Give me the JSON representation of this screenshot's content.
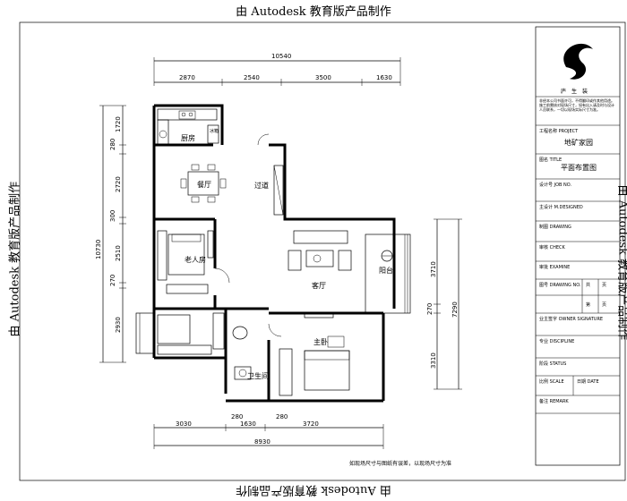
{
  "watermark": "由 Autodesk 教育版产品制作",
  "plan": {
    "top_dims": {
      "total": "10540",
      "segments": [
        "2870",
        "2540",
        "3500",
        "1630"
      ]
    },
    "bottom_dims": {
      "segments": [
        "3030",
        "1630",
        "3720"
      ],
      "small": [
        "280",
        "280"
      ],
      "total": "8930"
    },
    "left_dims": {
      "total": "10730",
      "segments": [
        "1720",
        "280",
        "2720",
        "300",
        "2510",
        "270",
        "2930"
      ]
    },
    "right_dims": {
      "total": "7290",
      "segments": [
        "3710",
        "270",
        "3310"
      ]
    },
    "rooms": {
      "kitchen": "厨房",
      "fridge": "冰箱",
      "dining": "餐厅",
      "corridor": "过道",
      "elder_room": "老人房",
      "living": "客厅",
      "balcony": "阳台",
      "master": "主卧",
      "bathroom": "卫生间"
    },
    "note": "如现场尺寸与图纸有误差，以现场尺寸为准"
  },
  "title_block": {
    "company": "庐　生　装",
    "notes": "非经本公司书面许可，不得翻印或作其他用途。施工前需核对现场尺寸，如有出入请及时与设计人员联系，一切以现场实际尺寸为准。",
    "project_label": "工程名称\nPROJECT",
    "project_value": "地矿家园",
    "title_label": "图名\nTITLE",
    "title_value": "平面布置图",
    "jobno_label": "设计号\nJOB NO.",
    "designed_label": "主设计\nM.DESIGNED",
    "drawing_label": "制图\nDRAWING",
    "check_label": "审核\nCHECK",
    "exam_label": "审批\nEXAMINE",
    "drawing_no_label": "图号\nDRAWING NO.",
    "no_label": "共",
    "page_label": "页",
    "ver_label": "第",
    "owner_label": "业主签字\nOWNER SIGNATURE",
    "discipline_label": "专业\nDISCIPLINE",
    "status_label": "阶段\nSTATUS",
    "scale_label": "比例\nSCALE",
    "date_label": "日期\nDATE",
    "remark_label": "备注\nREMARK"
  }
}
